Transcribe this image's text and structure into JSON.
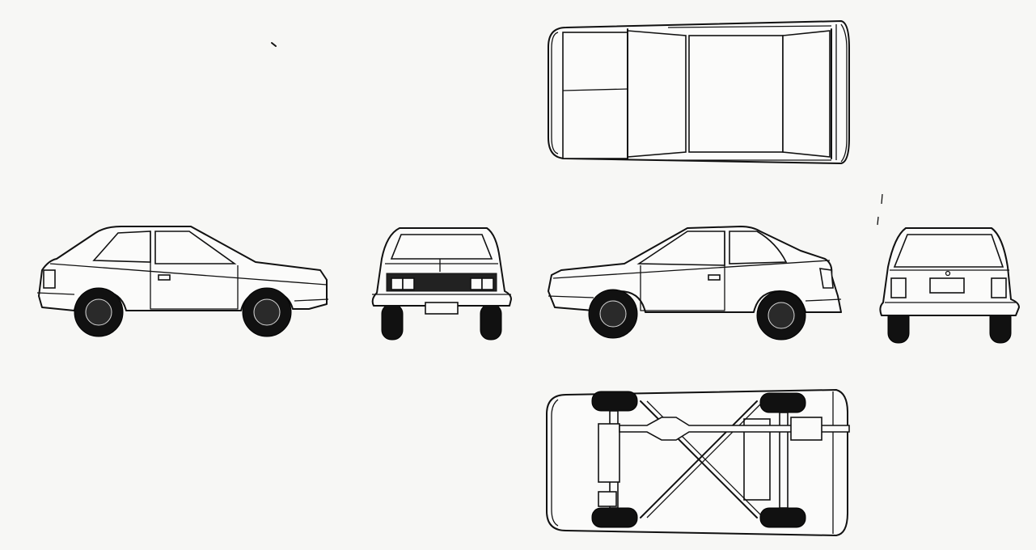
{
  "diagram": {
    "views": [
      {
        "id": "top"
      },
      {
        "id": "left-side"
      },
      {
        "id": "front"
      },
      {
        "id": "right-side"
      },
      {
        "id": "rear"
      },
      {
        "id": "underside"
      }
    ]
  },
  "colors": {
    "background": "#f7f7f5",
    "ink": "#111111",
    "paper": "#fbfbfa"
  }
}
